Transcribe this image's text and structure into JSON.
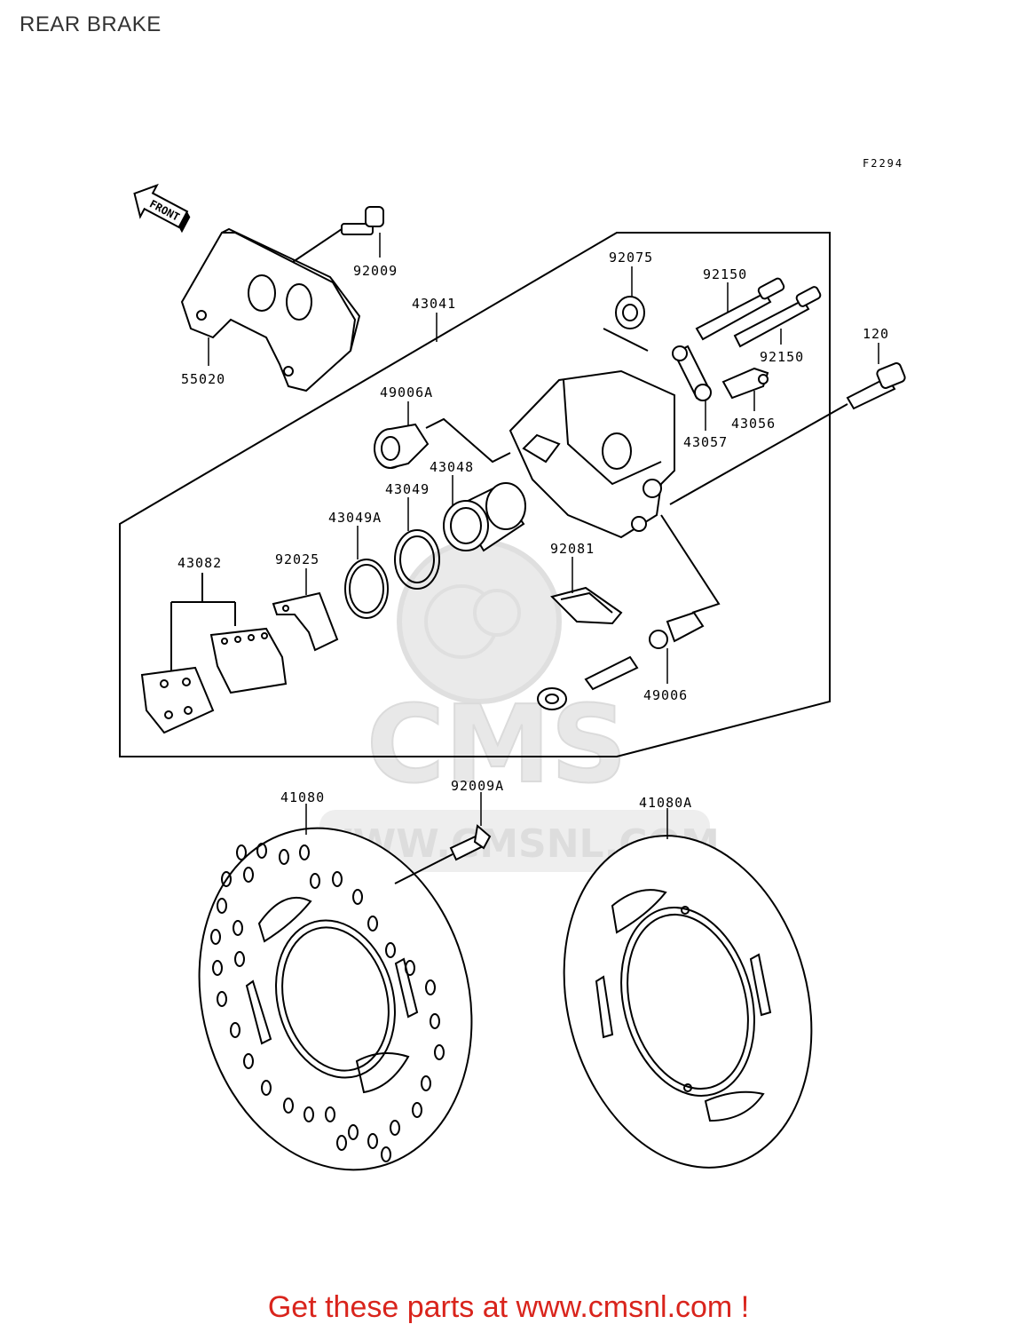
{
  "page": {
    "title": "REAR BRAKE"
  },
  "diagram": {
    "figure_code": "F2294",
    "front_marker": "FRONT",
    "watermark": {
      "brand": "CMS",
      "site": "WWW.CMSNL.COM"
    },
    "parts": {
      "p92009": "92009",
      "p55020": "55020",
      "p43041": "43041",
      "p92075": "92075",
      "p92150a": "92150",
      "p92150b": "92150",
      "p120": "120",
      "p49006a": "49006A",
      "p43057": "43057",
      "p43056": "43056",
      "p43048": "43048",
      "p43049": "43049",
      "p43049a": "43049A",
      "p43082": "43082",
      "p92025": "92025",
      "p92081": "92081",
      "p49006": "49006",
      "p41080": "41080",
      "p92009a": "92009A",
      "p41080a": "41080A"
    }
  },
  "footer": {
    "link_text": "Get these parts at www.cmsnl.com !"
  }
}
